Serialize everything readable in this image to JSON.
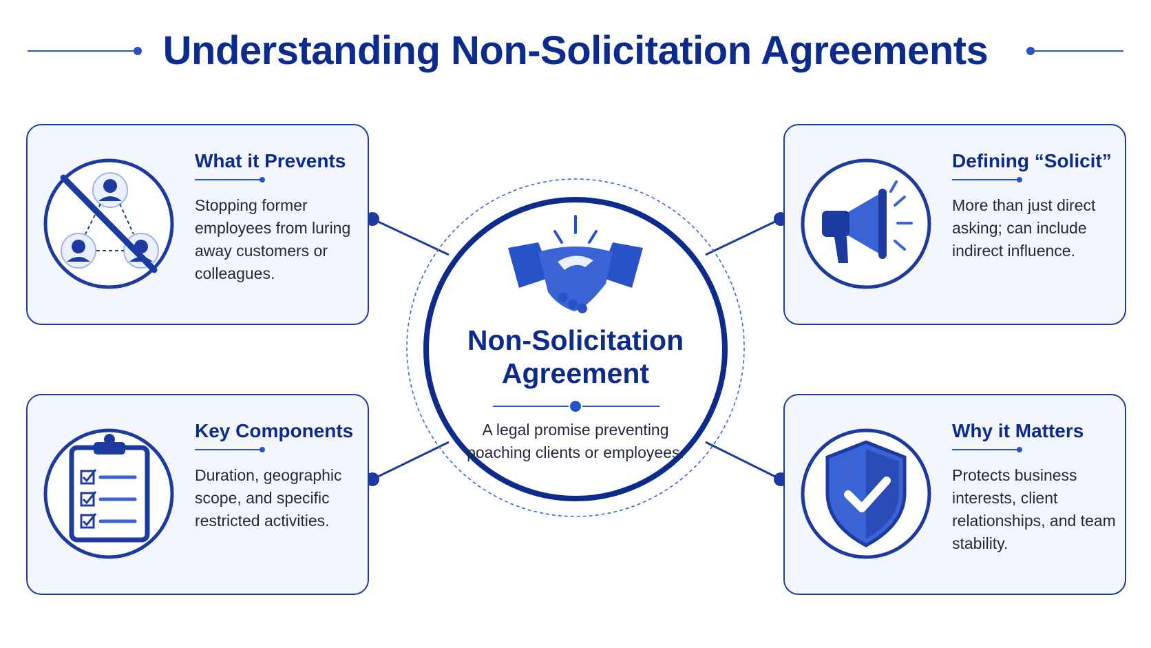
{
  "title": "Understanding Non-Solicitation Agreements",
  "center": {
    "title": "Non-Solicitation Agreement",
    "description": "A legal promise preventing poaching clients or employees.",
    "icon": "handshake-icon"
  },
  "cards": {
    "prevents": {
      "title": "What it Prevents",
      "description": "Stopping former employees from luring away customers or colleagues.",
      "icon": "no-poaching-people-icon"
    },
    "solicit": {
      "title": "Defining “Solicit”",
      "description": "More than just direct asking; can include indirect influence.",
      "icon": "megaphone-icon"
    },
    "components": {
      "title": "Key Components",
      "description": "Duration, geographic scope, and specific restricted activities.",
      "icon": "clipboard-checklist-icon"
    },
    "matters": {
      "title": "Why it Matters",
      "description": "Protects business interests, client relationships, and team stability.",
      "icon": "shield-check-icon"
    }
  },
  "colors": {
    "navy": "#0d2b8c",
    "accent_blue": "#2852c8",
    "icon_blue": "#3a63d6",
    "card_background": "#f3f6fd"
  }
}
